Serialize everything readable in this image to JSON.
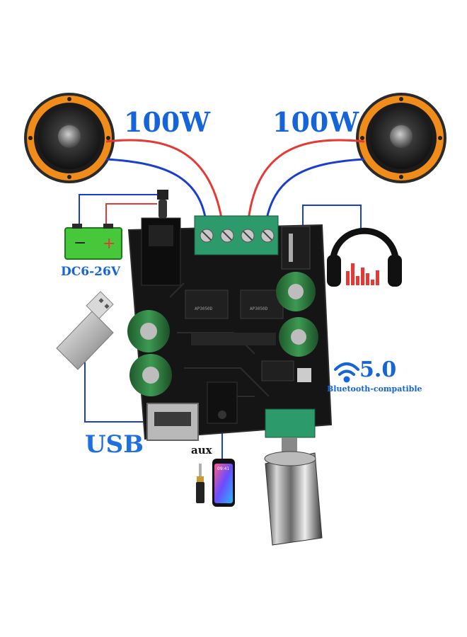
{
  "speakers": {
    "left_power": "100W",
    "right_power": "100W"
  },
  "power_input": {
    "label": "DC6-26V",
    "battery_minus": "−",
    "battery_plus": "+"
  },
  "usb": {
    "label": "USB"
  },
  "aux": {
    "label": "aux"
  },
  "bluetooth": {
    "version": "5.0",
    "subtitle": "Bluetooth-compatible"
  },
  "board": {
    "chip_left": "AP3050D",
    "chip_right": "AP3050D",
    "phone_time": "09:41"
  },
  "colors": {
    "label_blue": "#1565d8",
    "wire_red": "#e53935",
    "wire_blue": "#1a3fd0",
    "speaker_orange": "#f08c1a",
    "pcb_black": "#151515",
    "cap_green": "#2f7a3f",
    "terminal_green": "#2c9a6a",
    "battery_green": "#46c83a"
  },
  "icons": [
    "speaker-left-icon",
    "speaker-right-icon",
    "battery-icon",
    "usb-drive-icon",
    "headphones-icon",
    "wifi-icon",
    "phone-icon",
    "aux-plug-icon",
    "volume-knob-icon"
  ]
}
